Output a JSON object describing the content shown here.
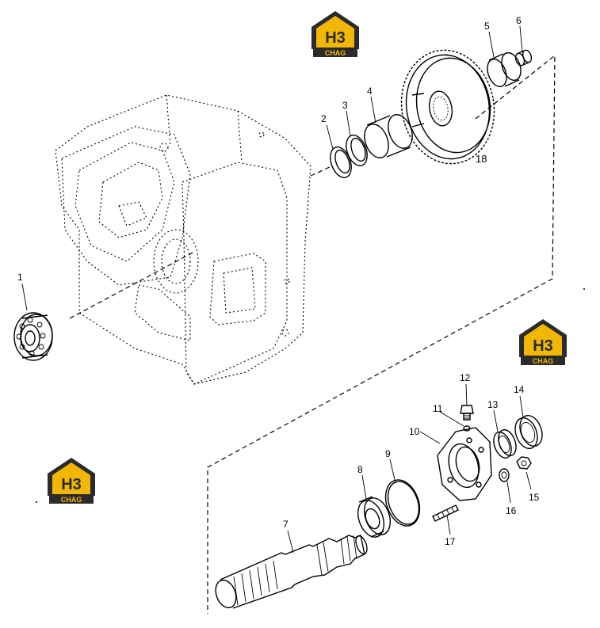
{
  "colors": {
    "logo_yellow": "#f2b705",
    "logo_dark": "#2b2b2b",
    "ink": "#000000"
  },
  "logo": {
    "mark": "H3",
    "sub": "CHAG",
    "icon": "house-logo-icon"
  },
  "callouts": {
    "p1": "1",
    "p2": "2",
    "p3": "3",
    "p4": "4",
    "p5": "5",
    "p6": "6",
    "p7": "7",
    "p8": "8",
    "p9": "9",
    "p10": "10",
    "p11": "11",
    "p12": "12",
    "p13": "13",
    "p14": "14",
    "p15": "15",
    "p16": "16",
    "p17": "17",
    "p18": "18"
  }
}
